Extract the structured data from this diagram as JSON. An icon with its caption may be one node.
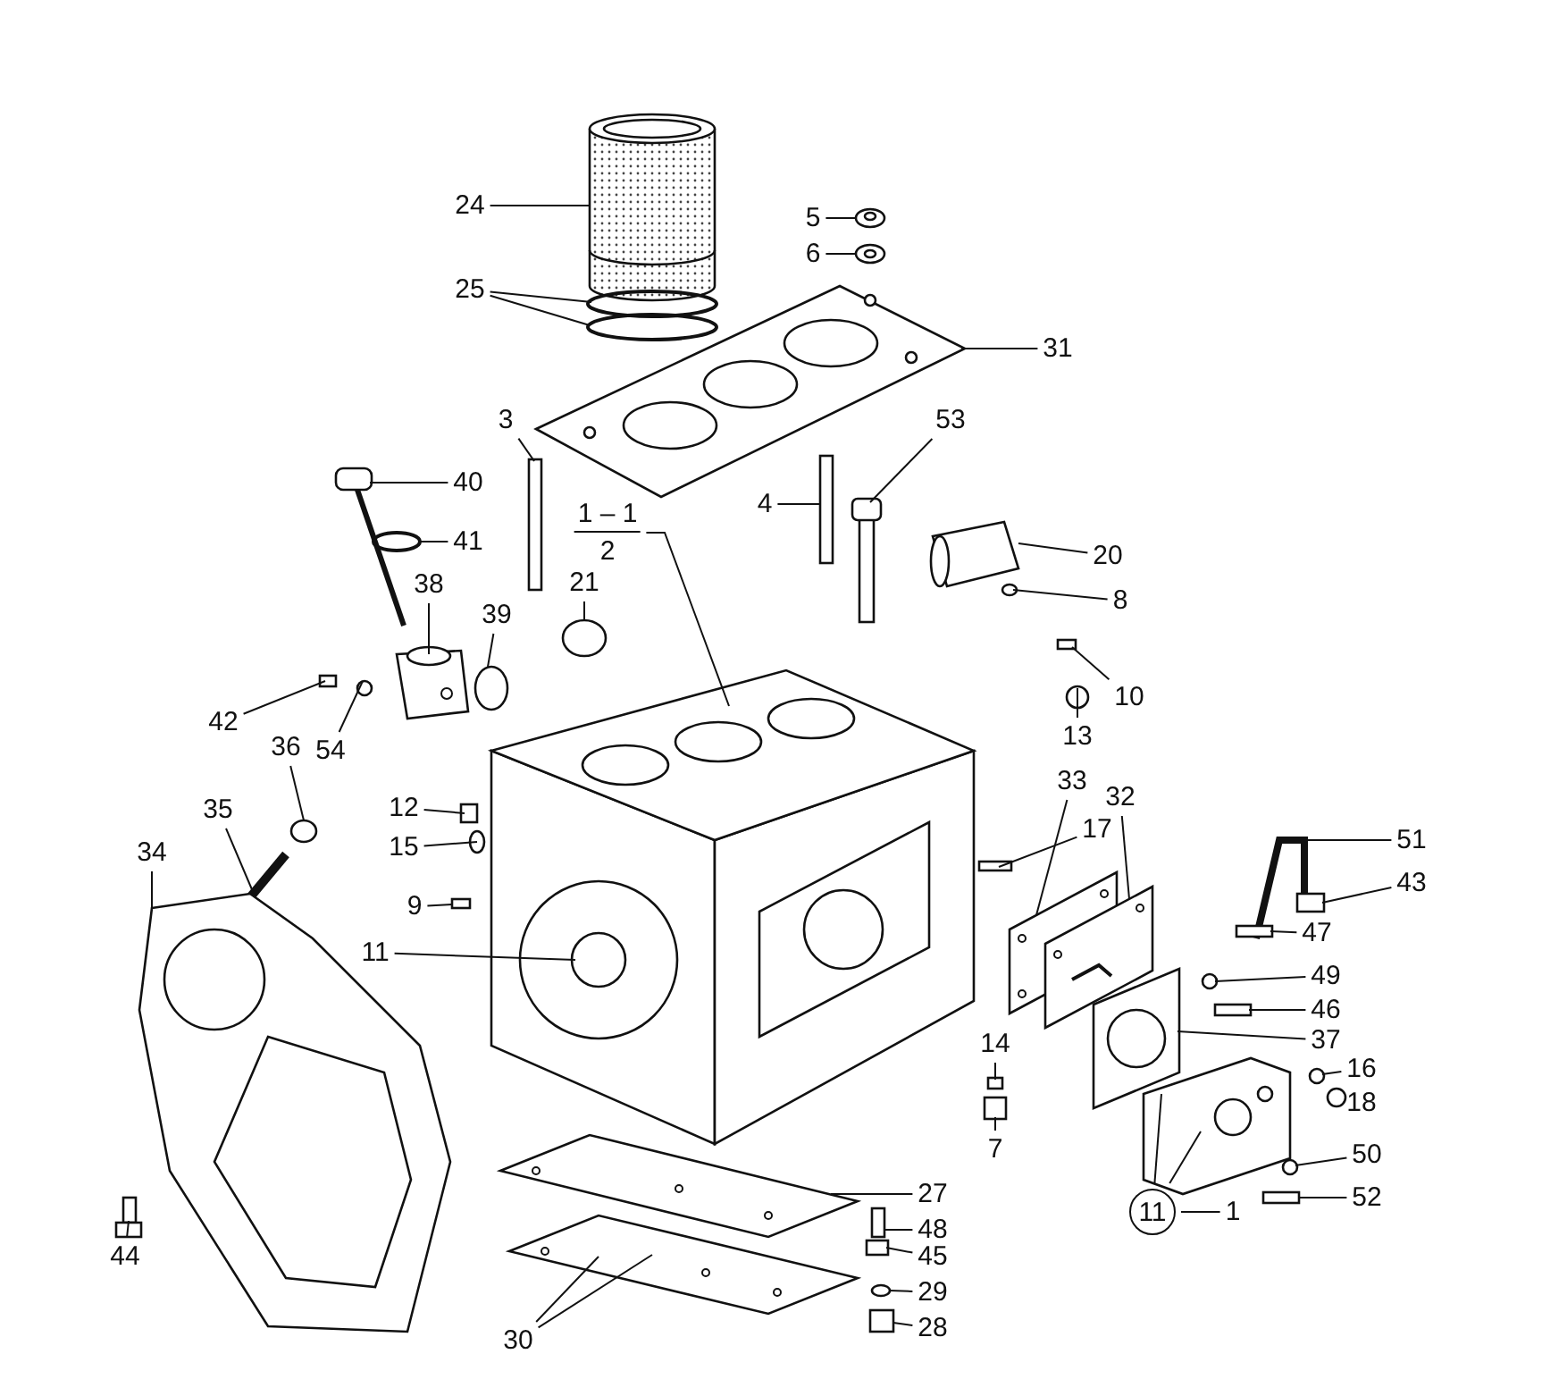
{
  "diagram": {
    "nodes": [
      {
        "text": [
          "24"
        ]
      },
      {
        "text": [
          "5"
        ]
      },
      {
        "text": [
          "6"
        ]
      },
      {
        "text": [
          "25"
        ]
      },
      {
        "text": [
          "31"
        ]
      },
      {
        "text": [
          "3"
        ]
      },
      {
        "text": [
          "53"
        ]
      },
      {
        "text": [
          "40"
        ]
      },
      {
        "text": [
          "41"
        ]
      },
      {
        "text": [
          "4"
        ]
      },
      {
        "text": [
          "1 – 1",
          "2"
        ]
      },
      {
        "text": [
          "20"
        ]
      },
      {
        "text": [
          "21"
        ]
      },
      {
        "text": [
          "8"
        ]
      },
      {
        "text": [
          "38"
        ]
      },
      {
        "text": [
          "39"
        ]
      },
      {
        "text": [
          "42"
        ]
      },
      {
        "text": [
          "54"
        ]
      },
      {
        "text": [
          "10"
        ]
      },
      {
        "text": [
          "13"
        ]
      },
      {
        "text": [
          "12"
        ]
      },
      {
        "text": [
          "15"
        ]
      },
      {
        "text": [
          "36"
        ]
      },
      {
        "text": [
          "35"
        ]
      },
      {
        "text": [
          "34"
        ]
      },
      {
        "text": [
          "9"
        ]
      },
      {
        "text": [
          "33"
        ]
      },
      {
        "text": [
          "32"
        ]
      },
      {
        "text": [
          "17"
        ]
      },
      {
        "text": [
          "51"
        ]
      },
      {
        "text": [
          "43"
        ]
      },
      {
        "text": [
          "47"
        ]
      },
      {
        "text": [
          "11"
        ]
      },
      {
        "text": [
          "49"
        ]
      },
      {
        "text": [
          "46"
        ]
      },
      {
        "text": [
          "37"
        ]
      },
      {
        "text": [
          "14"
        ]
      },
      {
        "text": [
          "16"
        ]
      },
      {
        "text": [
          "7"
        ]
      },
      {
        "text": [
          "50"
        ]
      },
      {
        "text": [
          "52"
        ]
      },
      {
        "text": [
          "11"
        ]
      },
      {
        "text": [
          "1"
        ]
      },
      {
        "text": [
          "27"
        ]
      },
      {
        "text": [
          "48"
        ]
      },
      {
        "text": [
          "45"
        ]
      },
      {
        "text": [
          "29"
        ]
      },
      {
        "text": [
          "28"
        ]
      },
      {
        "text": [
          "30"
        ]
      },
      {
        "text": [
          "44"
        ]
      },
      {
        "text": [],
        "shape": "picture"
      },
      {
        "text": [],
        "shape": "picture"
      },
      {
        "text": [],
        "shape": "picture"
      },
      {
        "text": [],
        "shape": "circle"
      },
      {
        "text": [],
        "shape": "circle"
      },
      {
        "text": [],
        "shape": "picture"
      },
      {
        "text": [],
        "shape": "box"
      },
      {
        "text": [],
        "shape": "picture"
      },
      {
        "text": [],
        "shape": "picture"
      },
      {
        "text": [],
        "shape": "circle"
      },
      {
        "text": [],
        "shape": "box"
      },
      {
        "text": [],
        "shape": "picture"
      },
      {
        "text": [],
        "shape": "picture"
      },
      {
        "text": [],
        "shape": "circle"
      },
      {
        "text": [],
        "shape": "circle"
      },
      {
        "text": [],
        "shape": "picture"
      },
      {
        "text": [],
        "shape": "circle"
      },
      {
        "text": [],
        "shape": "box"
      },
      {
        "text": [],
        "shape": "circle"
      },
      {
        "text": [],
        "shape": "box"
      },
      {
        "text": [],
        "shape": "circle"
      },
      {
        "text": [],
        "shape": "box"
      },
      {
        "text": [],
        "shape": "circle"
      },
      {
        "text": [],
        "shape": "circle"
      },
      {
        "text": [],
        "shape": "picture"
      },
      {
        "text": [],
        "shape": "picture"
      },
      {
        "text": [],
        "shape": "box"
      },
      {
        "text": [],
        "shape": "picture"
      },
      {
        "text": [],
        "shape": "picture"
      },
      {
        "text": [],
        "shape": "box"
      },
      {
        "text": [],
        "shape": "picture"
      },
      {
        "text": [],
        "shape": "box"
      },
      {
        "text": [],
        "shape": "box"
      },
      {
        "text": [],
        "shape": "circle",
        "in": 61
      },
      {
        "text": [],
        "shape": "circle"
      },
      {
        "text": [],
        "shape": "box"
      },
      {
        "text": [],
        "shape": "picture"
      },
      {
        "text": [],
        "shape": "box"
      },
      {
        "text": [],
        "shape": "circle"
      },
      {
        "text": [],
        "shape": "box"
      },
      {
        "text": [],
        "shape": "circle"
      },
      {
        "text": [],
        "shape": "box"
      },
      {
        "text": [],
        "shape": "picture"
      },
      {
        "text": [],
        "shape": "picture"
      },
      {
        "text": [],
        "shape": "box"
      },
      {
        "text": [],
        "shape": "box"
      },
      {
        "text": [],
        "shape": "circle"
      },
      {
        "text": [],
        "shape": "box"
      },
      {
        "text": [],
        "shape": "picture"
      },
      {
        "text": [],
        "shape": "picture"
      }
    ],
    "edges": [
      {
        "from": 0,
        "to": 50,
        "arrow": "none"
      },
      {
        "from": 1,
        "to": 51,
        "arrow": "none"
      },
      {
        "from": 2,
        "to": 52,
        "arrow": "none"
      },
      {
        "from": 3,
        "to": 53,
        "arrow": "none"
      },
      {
        "from": 3,
        "to": 54,
        "arrow": "none"
      },
      {
        "from": 4,
        "to": 55,
        "arrow": "none"
      },
      {
        "from": 5,
        "to": 56,
        "arrow": "none"
      },
      {
        "from": 6,
        "to": 57,
        "arrow": "none"
      },
      {
        "from": 7,
        "to": 58,
        "arrow": "none"
      },
      {
        "from": 8,
        "to": 59,
        "arrow": "none"
      },
      {
        "from": 9,
        "to": 60,
        "arrow": "none"
      },
      {
        "from": 10,
        "to": 61,
        "arrow": "none"
      },
      {
        "from": 11,
        "to": 62,
        "arrow": "none"
      },
      {
        "from": 12,
        "to": 63,
        "arrow": "none"
      },
      {
        "from": 13,
        "to": 64,
        "arrow": "none"
      },
      {
        "from": 14,
        "to": 65,
        "arrow": "none"
      },
      {
        "from": 15,
        "to": 66,
        "arrow": "none"
      },
      {
        "from": 16,
        "to": 67,
        "arrow": "none"
      },
      {
        "from": 17,
        "to": 68,
        "arrow": "none"
      },
      {
        "from": 18,
        "to": 69,
        "arrow": "none"
      },
      {
        "from": 19,
        "to": 70,
        "arrow": "none"
      },
      {
        "from": 20,
        "to": 71,
        "arrow": "none"
      },
      {
        "from": 21,
        "to": 72,
        "arrow": "none"
      },
      {
        "from": 22,
        "to": 73,
        "arrow": "none"
      },
      {
        "from": 23,
        "to": 74,
        "arrow": "none"
      },
      {
        "from": 24,
        "to": 75,
        "arrow": "none"
      },
      {
        "from": 25,
        "to": 76,
        "arrow": "none"
      },
      {
        "from": 26,
        "to": 77,
        "arrow": "none"
      },
      {
        "from": 27,
        "to": 78,
        "arrow": "none"
      },
      {
        "from": 28,
        "to": 79,
        "arrow": "none"
      },
      {
        "from": 29,
        "to": 80,
        "arrow": "none"
      },
      {
        "from": 30,
        "to": 81,
        "arrow": "none"
      },
      {
        "from": 31,
        "to": 82,
        "arrow": "none"
      },
      {
        "from": 32,
        "to": 83,
        "arrow": "none"
      },
      {
        "from": 33,
        "to": 84,
        "arrow": "none"
      },
      {
        "from": 34,
        "to": 85,
        "arrow": "none"
      },
      {
        "from": 35,
        "to": 86,
        "arrow": "none"
      },
      {
        "from": 36,
        "to": 87,
        "arrow": "none"
      },
      {
        "from": 37,
        "to": 88,
        "arrow": "none"
      },
      {
        "from": 38,
        "to": 89,
        "arrow": "none"
      },
      {
        "from": 39,
        "to": 90,
        "arrow": "none"
      },
      {
        "from": 40,
        "to": 91,
        "arrow": "none"
      },
      {
        "from": 41,
        "to": 92,
        "arrow": "none"
      },
      {
        "from": 41,
        "to": 86,
        "arrow": "none"
      },
      {
        "from": 42,
        "to": 41,
        "arrow": "none"
      },
      {
        "from": 43,
        "to": 93,
        "arrow": "none"
      },
      {
        "from": 44,
        "to": 94,
        "arrow": "none"
      },
      {
        "from": 45,
        "to": 95,
        "arrow": "none"
      },
      {
        "from": 46,
        "to": 96,
        "arrow": "none"
      },
      {
        "from": 47,
        "to": 97,
        "arrow": "none"
      },
      {
        "from": 48,
        "to": 98,
        "arrow": "none"
      },
      {
        "from": 48,
        "to": 98,
        "arrow": "none"
      },
      {
        "from": 49,
        "to": 99,
        "arrow": "none"
      }
    ],
    "labels": [
      "18"
    ]
  }
}
